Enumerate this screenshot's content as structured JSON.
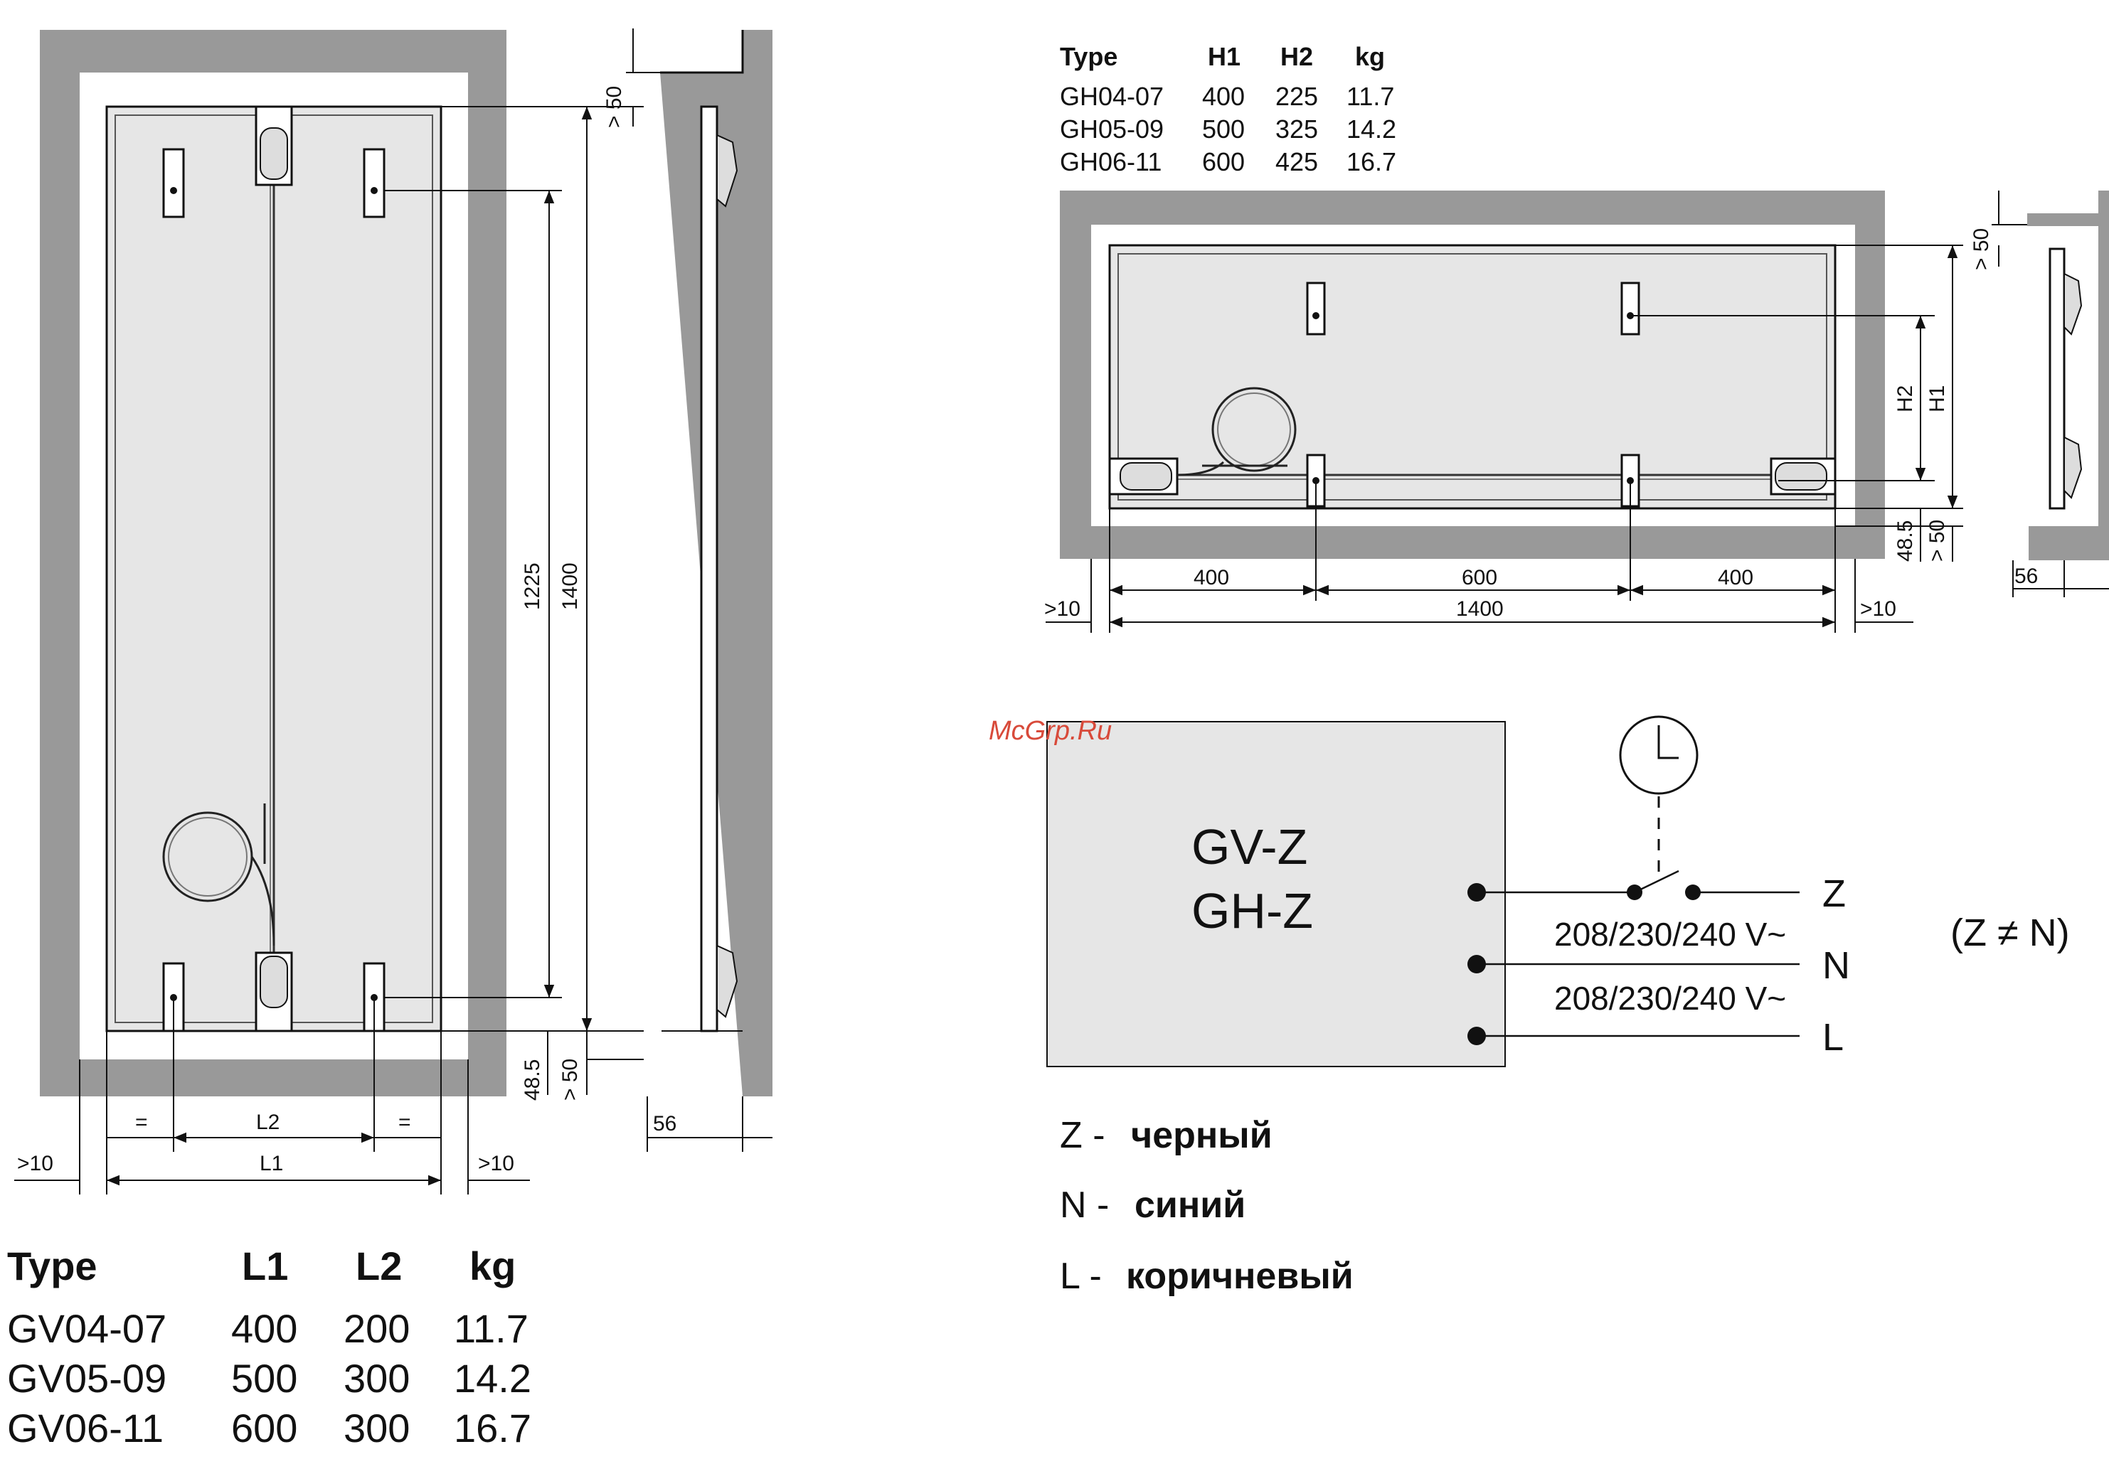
{
  "watermark": "McGrp.Ru",
  "vertical_drawing": {
    "dims": {
      "gap_top": "> 50",
      "h_1225": "1225",
      "h_1400": "1400",
      "gap_bottom": "> 50",
      "offset_48_5": "48.5",
      "eq_left": "=",
      "eq_right": "=",
      "l2": "L2",
      "l1": "L1",
      "clear_left": ">10",
      "clear_right": ">10",
      "depth_56": "56"
    }
  },
  "vertical_table": {
    "headers": [
      "Type",
      "L1",
      "L2",
      "kg"
    ],
    "rows": [
      [
        "GV04-07",
        "400",
        "200",
        "11.7"
      ],
      [
        "GV05-09",
        "500",
        "300",
        "14.2"
      ],
      [
        "GV06-11",
        "600",
        "300",
        "16.7"
      ]
    ]
  },
  "horizontal_table": {
    "headers": [
      "Type",
      "H1",
      "H2",
      "kg"
    ],
    "rows": [
      [
        "GH04-07",
        "400",
        "225",
        "11.7"
      ],
      [
        "GH05-09",
        "500",
        "325",
        "14.2"
      ],
      [
        "GH06-11",
        "600",
        "425",
        "16.7"
      ]
    ]
  },
  "horizontal_drawing": {
    "dims": {
      "gap_top": "> 50",
      "h2": "H2",
      "h1": "H1",
      "offset_48_5": "48.5",
      "gap_bottom": "> 50",
      "seg_left": "400",
      "seg_mid": "600",
      "seg_right": "400",
      "total": "1400",
      "clear_left": ">10",
      "clear_right": ">10",
      "depth_56": "56"
    }
  },
  "wiring": {
    "box_line1": "GV-Z",
    "box_line2": "GH-Z",
    "voltage_1": "208/230/240 V~",
    "voltage_2": "208/230/240 V~",
    "terminal_z": "Z",
    "terminal_n": "N",
    "terminal_l": "L",
    "note": "(Z ≠ N)"
  },
  "legend": [
    {
      "code": "Z -",
      "text": "черный"
    },
    {
      "code": "N -",
      "text": "синий"
    },
    {
      "code": "L -",
      "text": "коричневый"
    }
  ],
  "colors": {
    "wall": "#999999",
    "panel": "#e6e6e6",
    "box": "#e6e6e6",
    "line": "#111111",
    "watermark": "#d84a3a"
  }
}
